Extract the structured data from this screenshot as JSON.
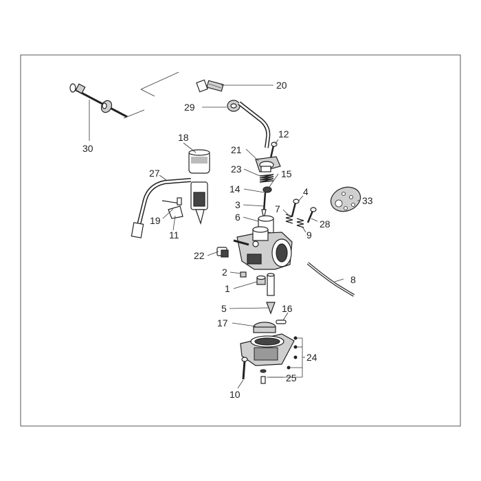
{
  "callouts": [
    {
      "id": "c20",
      "label": "20"
    },
    {
      "id": "c29",
      "label": "29"
    },
    {
      "id": "c30",
      "label": "30"
    },
    {
      "id": "c18",
      "label": "18"
    },
    {
      "id": "c12",
      "label": "12"
    },
    {
      "id": "c21",
      "label": "21"
    },
    {
      "id": "c23",
      "label": "23"
    },
    {
      "id": "c15",
      "label": "15"
    },
    {
      "id": "c27",
      "label": "27"
    },
    {
      "id": "c14",
      "label": "14"
    },
    {
      "id": "c4",
      "label": "4"
    },
    {
      "id": "c3",
      "label": "3"
    },
    {
      "id": "c7",
      "label": "7"
    },
    {
      "id": "c33",
      "label": "33"
    },
    {
      "id": "c19",
      "label": "19"
    },
    {
      "id": "c6",
      "label": "6"
    },
    {
      "id": "c28",
      "label": "28"
    },
    {
      "id": "c11",
      "label": "11"
    },
    {
      "id": "c9",
      "label": "9"
    },
    {
      "id": "c22",
      "label": "22"
    },
    {
      "id": "c2",
      "label": "2"
    },
    {
      "id": "c8",
      "label": "8"
    },
    {
      "id": "c1",
      "label": "1"
    },
    {
      "id": "c5",
      "label": "5"
    },
    {
      "id": "c16",
      "label": "16"
    },
    {
      "id": "c17",
      "label": "17"
    },
    {
      "id": "c24",
      "label": "24"
    },
    {
      "id": "c25",
      "label": "25"
    },
    {
      "id": "c10",
      "label": "10"
    }
  ]
}
